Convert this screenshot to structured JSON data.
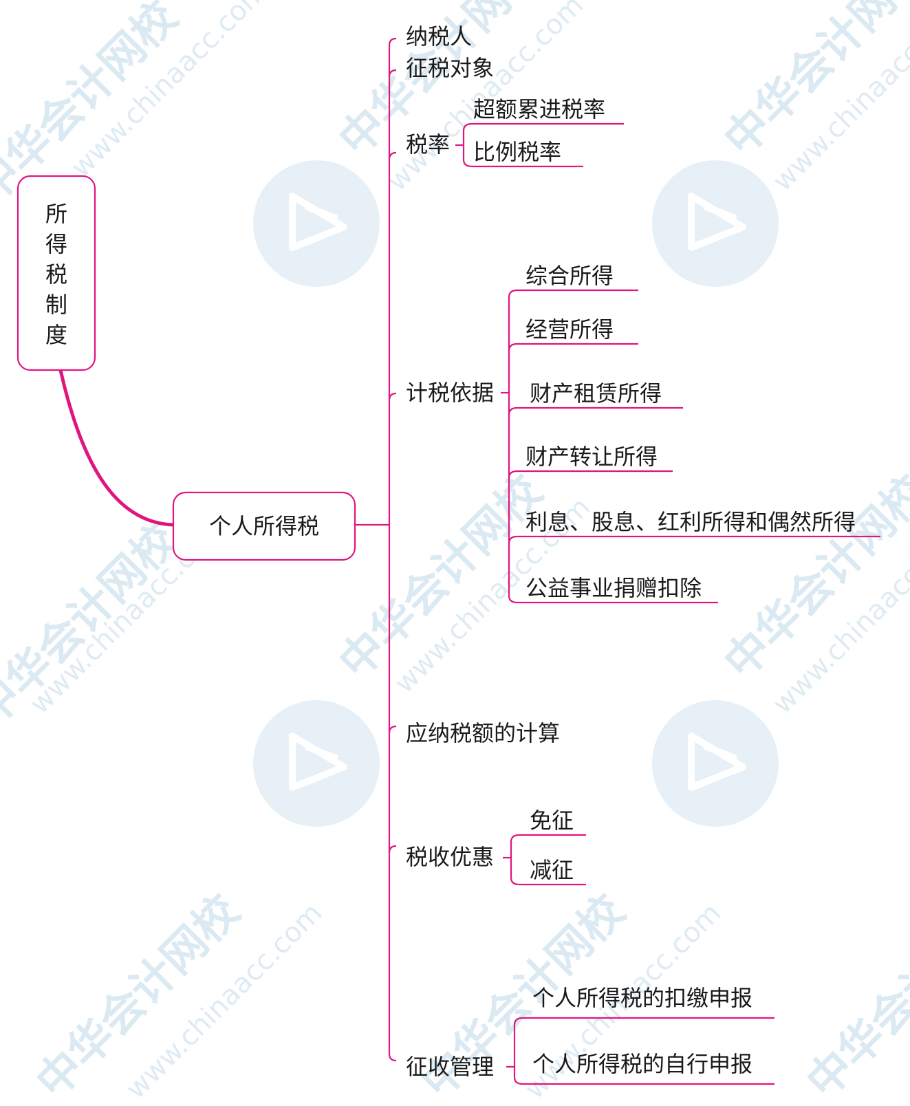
{
  "root": {
    "label": "所得税制度",
    "chars": [
      "所",
      "得",
      "税",
      "制",
      "度"
    ]
  },
  "center": {
    "label": "个人所得税"
  },
  "branches": [
    {
      "label": "纳税人",
      "children": []
    },
    {
      "label": "征税对象",
      "children": []
    },
    {
      "label": "税率",
      "children": [
        "超额累进税率",
        "比例税率"
      ]
    },
    {
      "label": "计税依据",
      "children": [
        "综合所得",
        "经营所得",
        "财产租赁所得",
        "财产转让所得",
        "利息、股息、红利所得和偶然所得",
        "公益事业捐赠扣除"
      ]
    },
    {
      "label": "应纳税额的计算",
      "children": []
    },
    {
      "label": "税收优惠",
      "children": [
        "免征",
        "减征"
      ]
    },
    {
      "label": "征收管理",
      "children": [
        "个人所得税的扣缴申报",
        "个人所得税的自行申报"
      ]
    }
  ],
  "watermark": {
    "brand": "中华会计网校",
    "url": "www.chinaacc.com"
  },
  "colors": {
    "accent": "#e0157f",
    "watermark": "#cfe3ee"
  }
}
